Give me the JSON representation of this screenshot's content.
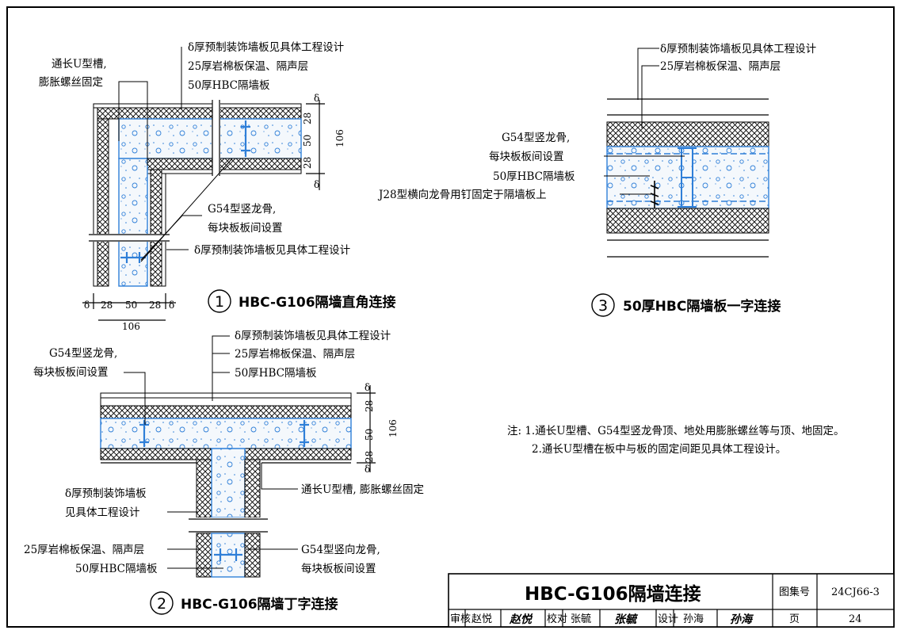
{
  "detail1": {
    "num": "1",
    "caption": "HBC-G106隔墙直角连接",
    "label_deco": "δ厚预制装饰墙板见具体工程设计",
    "label_rock": "25厚岩棉板保温、隔声层",
    "label_hbc": "50厚HBC隔墙板",
    "label_u_line1": "通长U型槽,",
    "label_u_line2": "膨胀螺丝固定",
    "label_stud_line1": "G54型竖龙骨,",
    "label_stud_line2": "每块板板间设置",
    "label_deco_bottom": "δ厚预制装饰墙板见具体工程设计",
    "dim_delta": "δ",
    "dim_28": "28",
    "dim_50": "50",
    "dim_106": "106"
  },
  "detail2": {
    "num": "2",
    "caption": "HBC-G106隔墙丁字连接",
    "label_deco": "δ厚预制装饰墙板见具体工程设计",
    "label_rock": "25厚岩棉板保温、隔声层",
    "label_hbc": "50厚HBC隔墙板",
    "label_stud_line1": "G54型竖龙骨,",
    "label_stud_line2": "每块板板间设置",
    "label_u": "通长U型槽, 膨胀螺丝固定",
    "label_deco2_line1": "δ厚预制装饰墙板",
    "label_deco2_line2": "见具体工程设计",
    "label_rock_b": "25厚岩棉板保温、隔声层",
    "label_hbc_b": "50厚HBC隔墙板",
    "label_vstud_line1": "G54型竖向龙骨,",
    "label_vstud_line2": "每块板板间设置",
    "dim_delta": "δ",
    "dim_28": "28",
    "dim_50": "50",
    "dim_106": "106"
  },
  "detail3": {
    "num": "3",
    "caption": "50厚HBC隔墙板一字连接",
    "label_deco": "δ厚预制装饰墙板见具体工程设计",
    "label_rock": "25厚岩棉板保温、隔声层",
    "label_stud_line1": "G54型竖龙骨,",
    "label_stud_line2": "每块板板间设置",
    "label_hbc": "50厚HBC隔墙板",
    "label_j28": "J28型横向龙骨用钉固定于隔墙板上"
  },
  "notes": {
    "line1": "注: 1.通长U型槽、G54型竖龙骨顶、地处用膨胀螺丝等与顶、地固定。",
    "line2": "2.通长U型槽在板中与板的固定间距见具体工程设计。"
  },
  "title_block": {
    "title": "HBC-G106隔墙连接",
    "atlas_label": "图集号",
    "atlas_no": "24CJ66-3",
    "page_label": "页",
    "page_no": "24",
    "review_label": "审核",
    "review_name": "赵悦",
    "review_sig": "赵悦",
    "check_label": "校对",
    "check_name": "张毓",
    "check_sig": "张毓",
    "design_label": "设计",
    "design_name": "孙海",
    "design_sig": "孙海"
  },
  "colors": {
    "line": "#000000",
    "hbc_stud": "#2f7fd8",
    "hbc_fill": "#f4f8fc"
  }
}
